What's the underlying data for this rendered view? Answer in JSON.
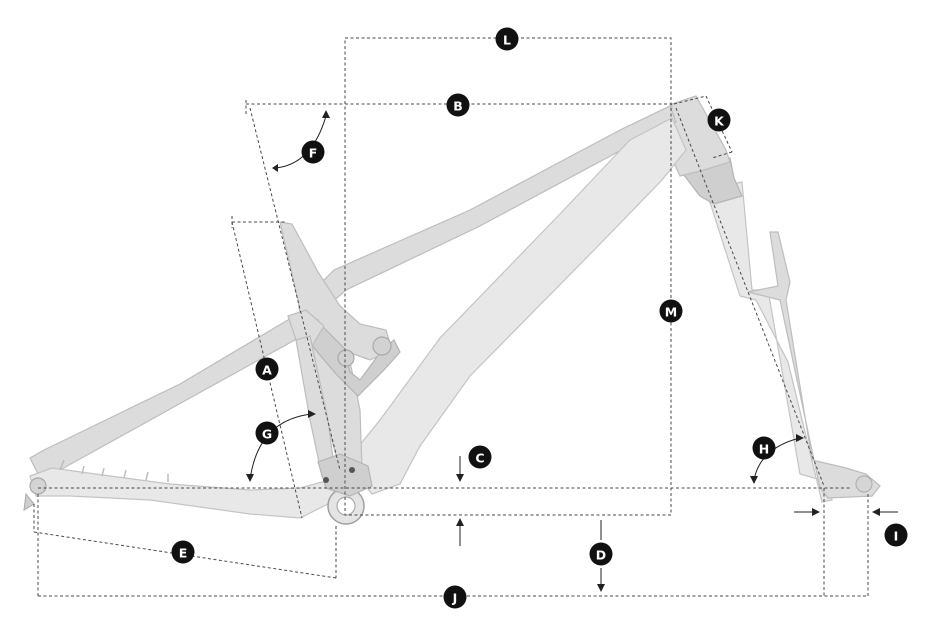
{
  "colors": {
    "badge": "#111111",
    "badge_text": "#ffffff",
    "frame": "#dcdcdc",
    "dimension_line": "#4a4a4a",
    "background": "#ffffff"
  },
  "labels": {
    "A": "A",
    "B": "B",
    "C": "C",
    "D": "D",
    "E": "E",
    "F": "F",
    "G": "G",
    "H": "H",
    "I": "I",
    "J": "J",
    "K": "K",
    "L": "L",
    "M": "M"
  }
}
